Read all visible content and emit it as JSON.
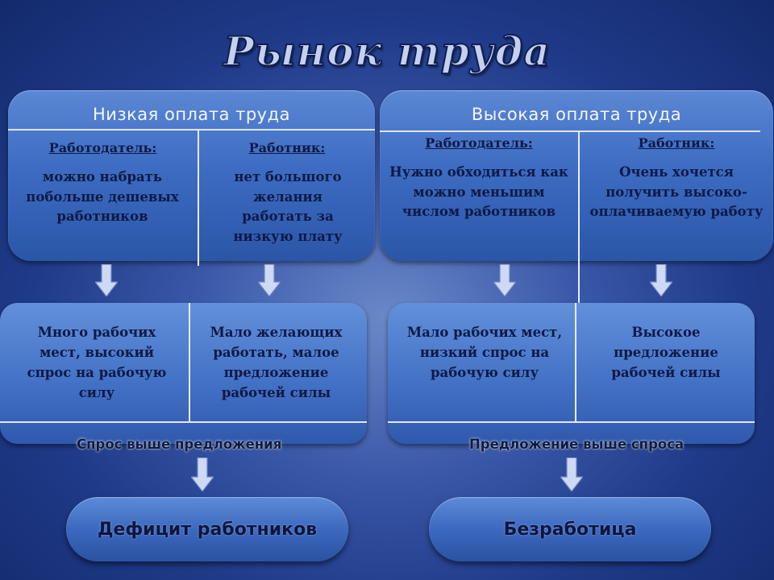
{
  "title": "Рынок труда",
  "left": {
    "header": "Низкая оплата труда",
    "employer_label": "Работодатель:",
    "employer_text": "можно набрать побольше дешевых работников",
    "worker_label": "Работник:",
    "worker_text": "нет большого желания работать за низкую плату",
    "result_employer": "Много рабочих мест, высокий спрос на рабочую силу",
    "result_worker": "Мало желающих работать, малое предложение рабочей силы",
    "conclusion": "Спрос выше предложения",
    "outcome": "Дефицит работников"
  },
  "right": {
    "header": "Высокая оплата труда",
    "employer_label": "Работодатель:",
    "employer_text": "Нужно обходиться как можно меньшим числом работников",
    "worker_label": "Работник:",
    "worker_text": "Очень хочется получить высоко-оплачиваемую работу",
    "result_employer": "Мало рабочих мест, низкий спрос на рабочую силу",
    "result_worker": "Высокое предложение рабочей силы",
    "conclusion": "Предложение выше спроса",
    "outcome": "Безработица"
  }
}
